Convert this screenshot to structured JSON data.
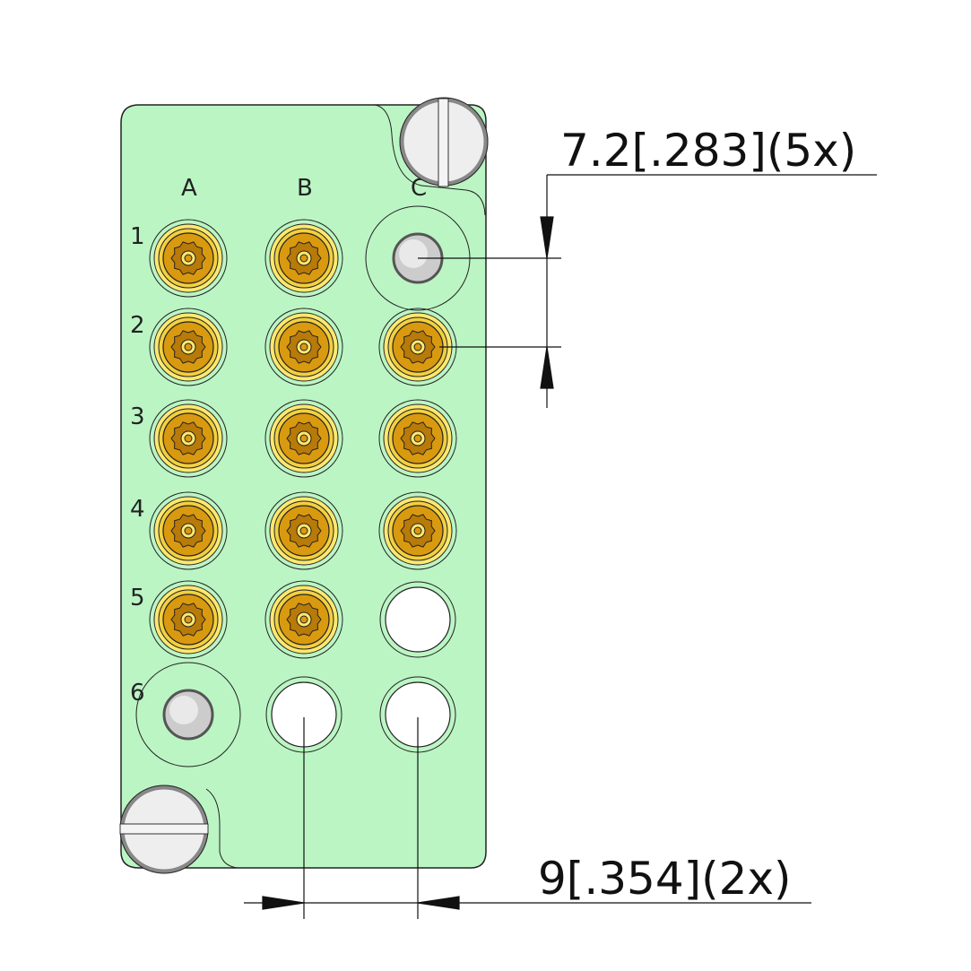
{
  "columns": [
    "A",
    "B",
    "C"
  ],
  "rows": [
    "1",
    "2",
    "3",
    "4",
    "5",
    "6"
  ],
  "cells": {
    "A": [
      "connector",
      "connector",
      "connector",
      "connector",
      "connector",
      "guide-pin"
    ],
    "B": [
      "connector",
      "connector",
      "connector",
      "connector",
      "connector",
      "empty"
    ],
    "C": [
      "guide-pin",
      "connector",
      "connector",
      "connector",
      "empty",
      "empty"
    ]
  },
  "dimensions": {
    "vertical_pitch": "7.2[.283](5x)",
    "horizontal_pitch": "9[.354](2x)"
  },
  "colors": {
    "plate": "#bbf5c4",
    "gold": "#d99a10",
    "gold_light": "#ffe870",
    "screw": "#eeeeee"
  }
}
